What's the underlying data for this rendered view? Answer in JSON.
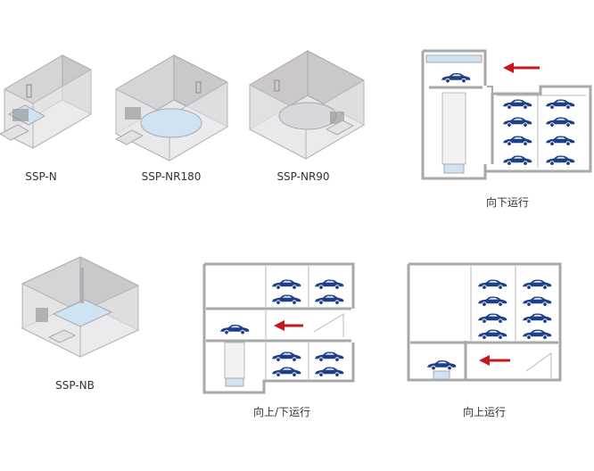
{
  "colors": {
    "wall": "#a9a9a9",
    "wall_fill": "#e2e2e4",
    "floor_fill": "#c9c9cc",
    "car_blue": "#1d3f86",
    "lift_glass": "#cfe3f2",
    "arrow_red": "#c8161d"
  },
  "labels": {
    "ssp_n": "SSP-N",
    "ssp_nr180": "SSP-NR180",
    "ssp_nr90": "SSP-NR90",
    "ssp_nb": "SSP-NB",
    "down": "向下运行",
    "updown": "向上/下运行",
    "up": "向上运行"
  },
  "icons": {
    "car": "car-icon",
    "arrow": "arrow-left-icon"
  }
}
